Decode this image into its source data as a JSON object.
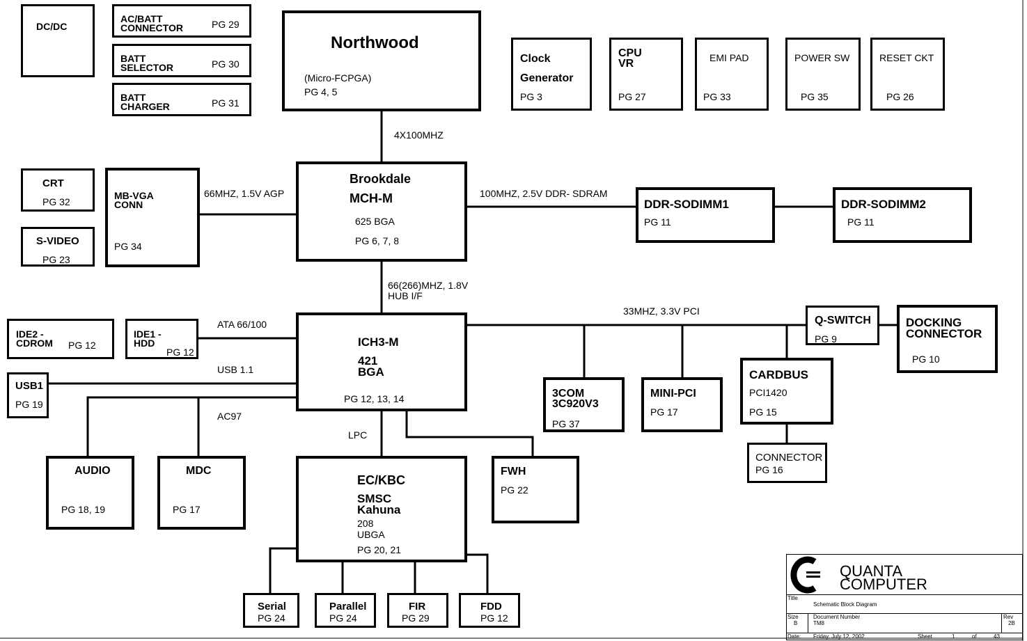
{
  "blocks": {
    "dcdc": {
      "title": "DC/DC"
    },
    "acbatt": {
      "l1": "AC/BATT",
      "l2": "CONNECTOR",
      "pg": "PG 29"
    },
    "battsel": {
      "l1": "BATT",
      "l2": "SELECTOR",
      "pg": "PG 30"
    },
    "battchg": {
      "l1": "BATT",
      "l2": "CHARGER",
      "pg": "PG 31"
    },
    "northwood": {
      "title": "Northwood",
      "sub": "(Micro-FCPGA)",
      "pg": "PG 4, 5"
    },
    "clock": {
      "l1": "Clock",
      "l2": "Generator",
      "pg": "PG 3"
    },
    "cpuvr": {
      "l1": "CPU",
      "l2": "VR",
      "pg": "PG 27"
    },
    "emipad": {
      "title": "EMI PAD",
      "pg": "PG 33"
    },
    "powersw": {
      "title": "POWER SW",
      "pg": "PG 35"
    },
    "resetckt": {
      "title": "RESET CKT",
      "pg": "PG 26"
    },
    "crt": {
      "title": "CRT",
      "pg": "PG 32"
    },
    "svideo": {
      "title": "S-VIDEO",
      "pg": "PG 23"
    },
    "mbvga": {
      "l1": "MB-VGA",
      "l2": "CONN",
      "pg": "PG 34"
    },
    "mch": {
      "l1": "Brookdale",
      "l2": "MCH-M",
      "sub": "625 BGA",
      "pg": "PG 6, 7, 8"
    },
    "dimm1": {
      "title": "DDR-SODIMM1",
      "pg": "PG 11"
    },
    "dimm2": {
      "title": "DDR-SODIMM2",
      "pg": "PG 11"
    },
    "ide2": {
      "l1": "IDE2 -",
      "l2": "CDROM",
      "pg": "PG 12"
    },
    "ide1": {
      "l1": "IDE1 -",
      "l2": "HDD",
      "pg": "PG 12"
    },
    "usb1": {
      "title": "USB1",
      "pg": "PG 19"
    },
    "ich": {
      "l1": "ICH3-M",
      "l2": "421",
      "l3": "BGA",
      "pg": "PG 12, 13, 14"
    },
    "qswitch": {
      "title": "Q-SWITCH",
      "pg": "PG 9"
    },
    "docking": {
      "l1": "DOCKING",
      "l2": "CONNECTOR",
      "pg": "PG 10"
    },
    "com3": {
      "l1": "3COM",
      "l2": "3C920V3",
      "pg": "PG 37"
    },
    "minipci": {
      "title": "MINI-PCI",
      "pg": "PG 17"
    },
    "cardbus": {
      "title": "CARDBUS",
      "sub": "PCI1420",
      "pg": "PG 15"
    },
    "connector": {
      "title": "CONNECTOR",
      "pg": "PG 16"
    },
    "audio": {
      "title": "AUDIO",
      "pg": "PG 18, 19"
    },
    "mdc": {
      "title": "MDC",
      "pg": "PG 17"
    },
    "eckbc": {
      "l1": "EC/KBC",
      "l2": "SMSC",
      "l3": "Kahuna",
      "l4": "208",
      "l5": "UBGA",
      "pg": "PG 20, 21"
    },
    "fwh": {
      "title": "FWH",
      "pg": "PG 22"
    },
    "serial": {
      "title": "Serial",
      "pg": "PG 24"
    },
    "parallel": {
      "title": "Parallel",
      "pg": "PG 24"
    },
    "fir": {
      "title": "FIR",
      "pg": "PG 29"
    },
    "fdd": {
      "title": "FDD",
      "pg": "PG 12"
    }
  },
  "bus_labels": {
    "fsb": "4X100MHZ",
    "agp": "66MHZ, 1.5V AGP",
    "ddr": "100MHZ, 2.5V DDR- SDRAM",
    "hub1": "66(266)MHZ, 1.8V",
    "hub2": "HUB I/F",
    "pci": "33MHZ, 3.3V PCI",
    "ata": "ATA 66/100",
    "usb": "USB 1.1",
    "ac97": "AC97",
    "lpc": "LPC"
  },
  "title_block": {
    "company1": "QUANTA",
    "company2": "COMPUTER",
    "title_label": "Title",
    "title_value": "Schematic Block Diagram",
    "size_label": "Size",
    "size_value": "B",
    "docnum_label": "Document Number",
    "docnum_value": "TM8",
    "rev_label": "Rev",
    "rev_value": "2B",
    "date_label": "Date:",
    "date_value": "Friday, July 12, 2002",
    "sheet_label": "Sheet",
    "sheet_value": "1",
    "of_label": "of",
    "of_value": "43"
  }
}
